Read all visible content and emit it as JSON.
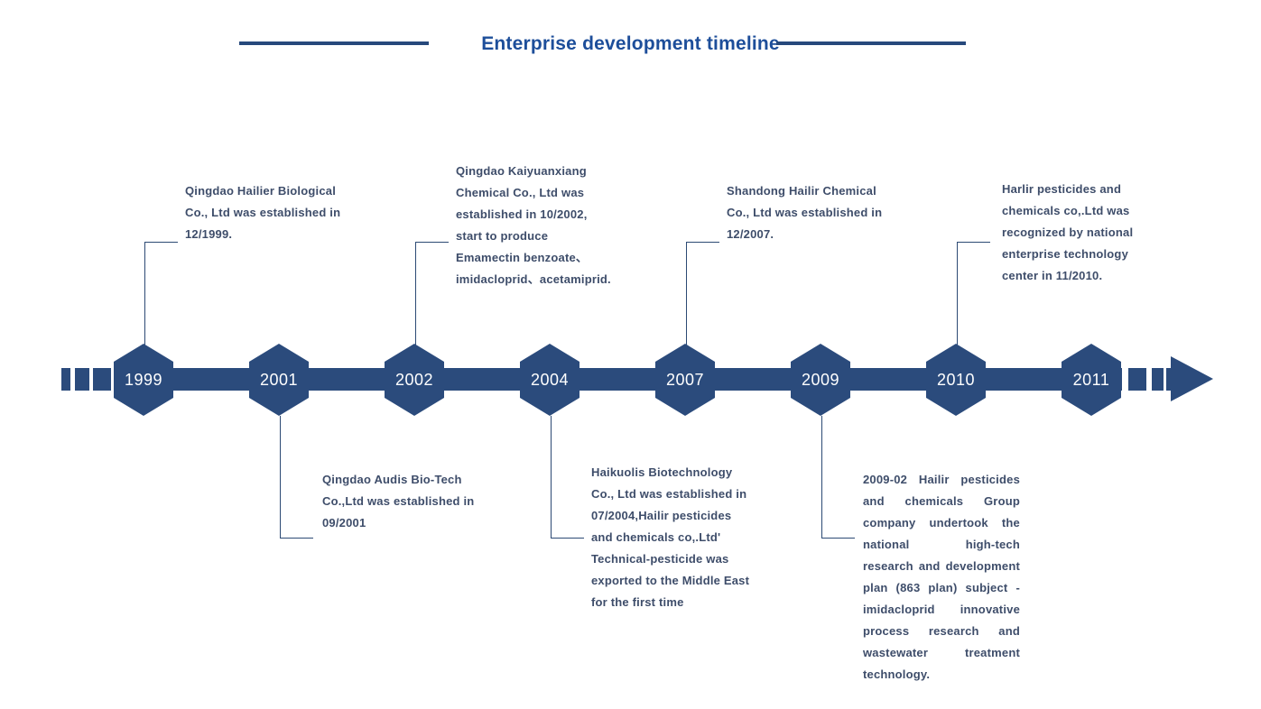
{
  "page": {
    "title": "Enterprise development timeline"
  },
  "colors": {
    "navy": "#2b4b7c",
    "title_blue": "#1d4e9a",
    "body_text": "#3e4d6a",
    "connector": "#2c4a74",
    "year_text": "#ffffff"
  },
  "timeline": {
    "events": [
      {
        "year": "1999",
        "position": "above",
        "text": "Qingdao Hailier Biological\nCo., Ltd was established in\n12/1999."
      },
      {
        "year": "2001",
        "position": "below",
        "text": "Qingdao Audis Bio-Tech\nCo.,Ltd was established in\n09/2001"
      },
      {
        "year": "2002",
        "position": "above",
        "text": "Qingdao Kaiyuanxiang\nChemical Co., Ltd was\nestablished in 10/2002,\nstart to produce\nEmamectin benzoate、\nimidacloprid、acetamiprid."
      },
      {
        "year": "2004",
        "position": "below",
        "text": "Haikuolis Biotechnology\nCo., Ltd was established in\n07/2004,Hailir pesticides\nand chemicals co,.Ltd'\nTechnical-pesticide was\nexported to the Middle East\nfor the first time"
      },
      {
        "year": "2007",
        "position": "above",
        "text": "Shandong Hailir Chemical\nCo., Ltd was established in\n12/2007."
      },
      {
        "year": "2009",
        "position": "below",
        "text": "2009-02 Hailir pesticides\nand chemicals Group\ncompany undertook the\nnational high-tech\nresearch and development\nplan (863 plan) subject -\nimidacloprid innovative\nprocess research and\nwastewater treatment\ntechnology."
      },
      {
        "year": "2010",
        "position": "above",
        "text": "Harlir pesticides and\nchemicals co,.Ltd was\nrecognized by national\nenterprise technology\ncenter in 11/2010."
      },
      {
        "year": "2011",
        "position": "none",
        "text": ""
      }
    ]
  }
}
